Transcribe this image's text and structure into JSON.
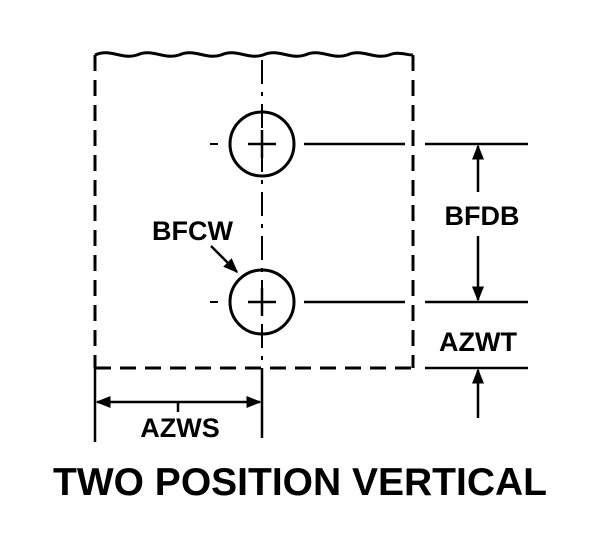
{
  "labels": {
    "hole_label": "BFCW",
    "spacing_label": "BFDB",
    "top_offset_label": "AZWT",
    "side_offset_label": "AZWS",
    "title": "TWO POSITION VERTICAL"
  },
  "colors": {
    "ink": "#000000",
    "background": "#ffffff"
  }
}
